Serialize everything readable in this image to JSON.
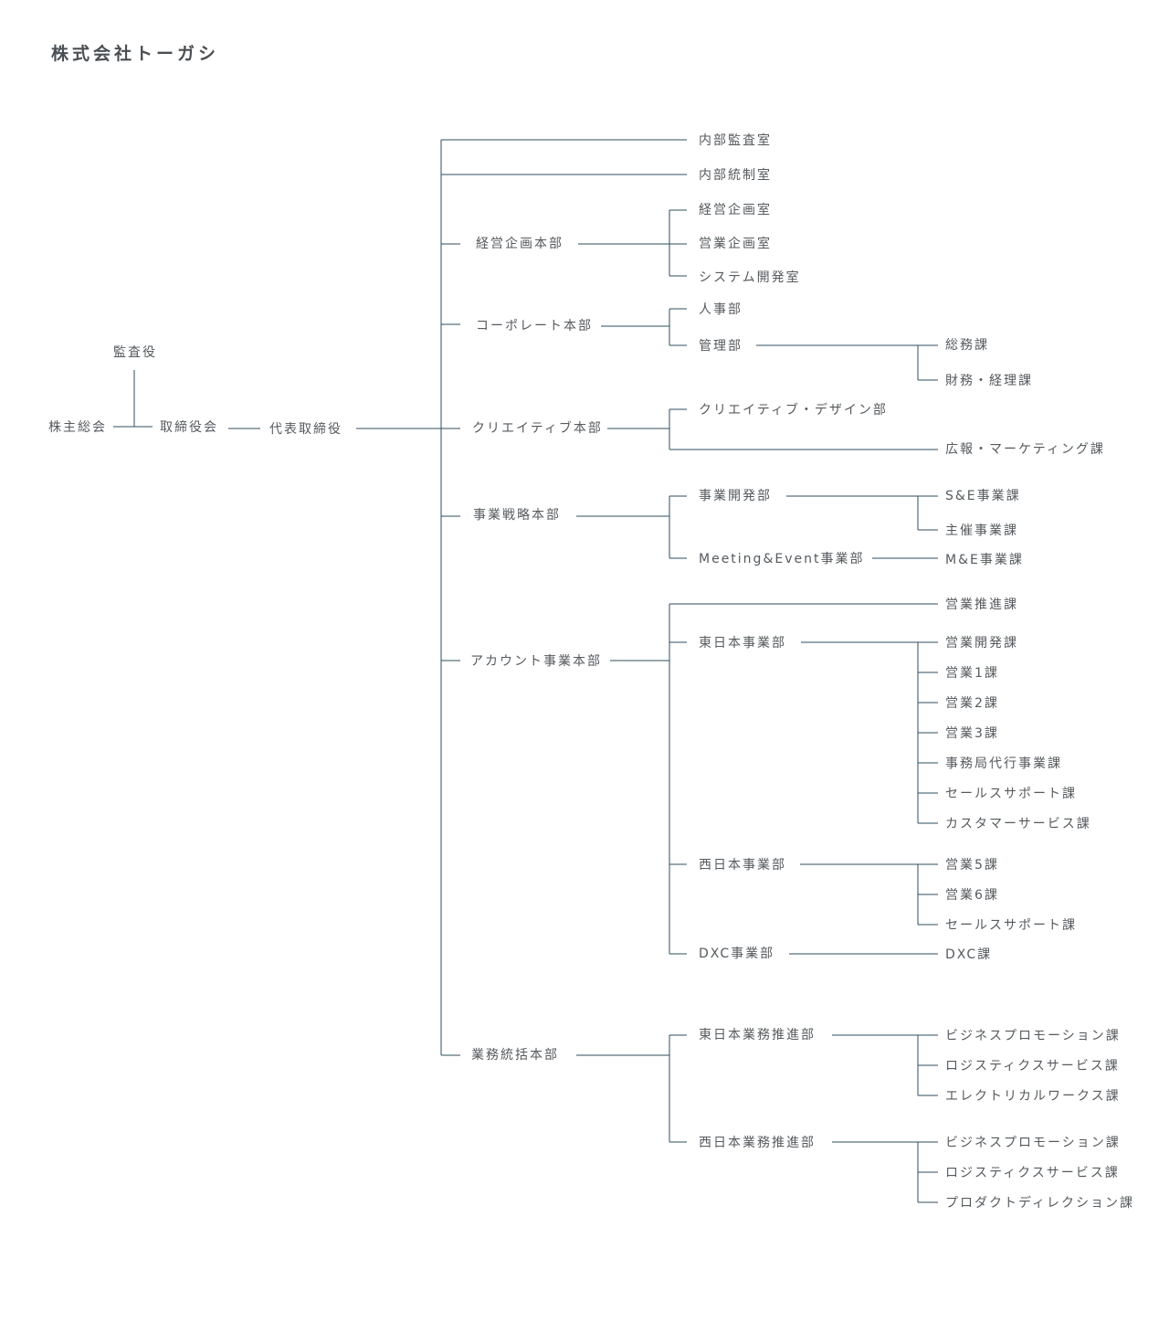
{
  "company_name": "株式会社トーガシ",
  "top": {
    "auditor": "監査役",
    "shareholders": "株主総会",
    "board": "取締役会",
    "president": "代表取締役"
  },
  "divisions": {
    "internal_audit": "内部監査室",
    "internal_control": "内部統制室",
    "management_planning": {
      "name": "経営企画本部",
      "rooms": [
        "経営企画室",
        "営業企画室",
        "システム開発室"
      ]
    },
    "corporate": {
      "name": "コーポレート本部",
      "hr": "人事部",
      "admin": "管理部",
      "admin_sections": [
        "総務課",
        "財務・経理課"
      ]
    },
    "creative": {
      "name": "クリエイティブ本部",
      "design": "クリエイティブ・デザイン部",
      "pr": "広報・マーケティング課"
    },
    "strategy": {
      "name": "事業戦略本部",
      "bizdev": "事業開発部",
      "bizdev_sections": [
        "S&E事業課",
        "主催事業課"
      ],
      "mice": "Meeting&Event事業部",
      "mice_section": "M&E事業課"
    },
    "account": {
      "name": "アカウント事業本部",
      "sales_promo": "営業推進課",
      "east": "東日本事業部",
      "east_sections": [
        "営業開発課",
        "営業1課",
        "営業2課",
        "営業3課",
        "事務局代行事業課",
        "セールスサポート課",
        "カスタマーサービス課"
      ],
      "west": "西日本事業部",
      "west_sections": [
        "営業5課",
        "営業6課",
        "セールスサポート課"
      ],
      "dxc": "DXC事業部",
      "dxc_section": "DXC課"
    },
    "operations": {
      "name": "業務統括本部",
      "east": "東日本業務推進部",
      "east_sections": [
        "ビジネスプロモーション課",
        "ロジスティクスサービス課",
        "エレクトリカルワークス課"
      ],
      "west": "西日本業務推進部",
      "west_sections": [
        "ビジネスプロモーション課",
        "ロジスティクスサービス課",
        "プロダクトディレクション課"
      ]
    }
  },
  "colors": {
    "line": "#2f4d5e",
    "text": "#555a5e",
    "title": "#4a4f53"
  }
}
